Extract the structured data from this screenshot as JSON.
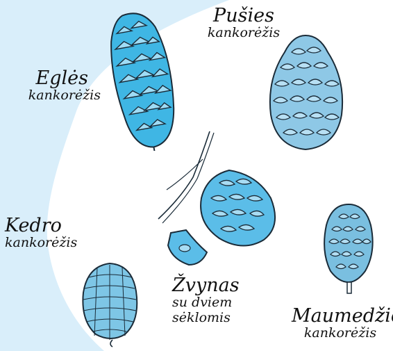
{
  "colors": {
    "background_blob": "#d9eefa",
    "eglė": "#3fb6e4",
    "pušis": "#8ec8e6",
    "žvynas": "#5bbde8",
    "kedras": "#7ec6e6",
    "maumedis": "#7abfe0",
    "outline": "#1a2b38"
  },
  "labels": {
    "egle": {
      "line1": "Eglės",
      "line2": "kankorėžis"
    },
    "pusis": {
      "line1": "Pušies",
      "line2": "kankorėžis"
    },
    "kedras": {
      "line1": "Kedro",
      "line2": "kankorėžis"
    },
    "zvynas": {
      "line1": "Žvynas",
      "line2": "su dviem",
      "line3": "sėklomis"
    },
    "maumedis": {
      "line1": "Maumedžio",
      "line2": "kankorėžis"
    }
  },
  "icons": [
    "spruce-cone-icon",
    "pine-cone-icon",
    "cedar-cone-icon",
    "seed-scale-icon",
    "larch-cone-icon"
  ]
}
